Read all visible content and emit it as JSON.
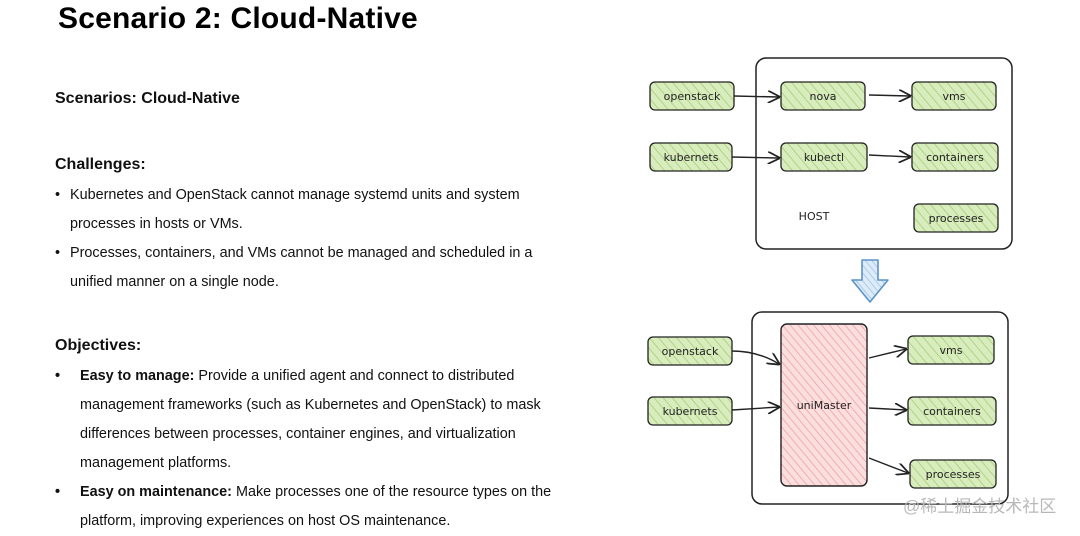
{
  "title": "Scenario 2: Cloud-Native",
  "subtitle": "Scenarios: Cloud-Native",
  "challenges": {
    "heading": "Challenges:",
    "items": [
      "Kubernetes and OpenStack cannot manage systemd units and system processes in hosts or VMs.",
      "Processes, containers, and VMs cannot be managed and scheduled in a unified manner on a single node."
    ]
  },
  "objectives": {
    "heading": "Objectives:",
    "items": [
      {
        "bold": "Easy to manage:",
        "text": " Provide a unified agent and connect to distributed management frameworks (such as Kubernetes and OpenStack) to mask differences between processes, container engines, and virtualization management platforms."
      },
      {
        "bold": "Easy on maintenance:",
        "text": " Make processes one of the resource types on the platform, improving experiences on host OS maintenance."
      }
    ]
  },
  "diagram": {
    "before": {
      "host_label": "HOST",
      "inputs": [
        "openstack",
        "kubernets"
      ],
      "agents": [
        "nova",
        "kubectl"
      ],
      "outputs": [
        "vms",
        "containers",
        "processes"
      ]
    },
    "after": {
      "inputs": [
        "openstack",
        "kubernets"
      ],
      "agent": "uniMaster",
      "outputs": [
        "vms",
        "containers",
        "processes"
      ]
    },
    "colors": {
      "green_fill": "#d9ecbe",
      "red_fill": "#f7c9c9",
      "arrow_fill": "#c5ddf2"
    }
  },
  "watermark": "@稀土掘金技术社区"
}
